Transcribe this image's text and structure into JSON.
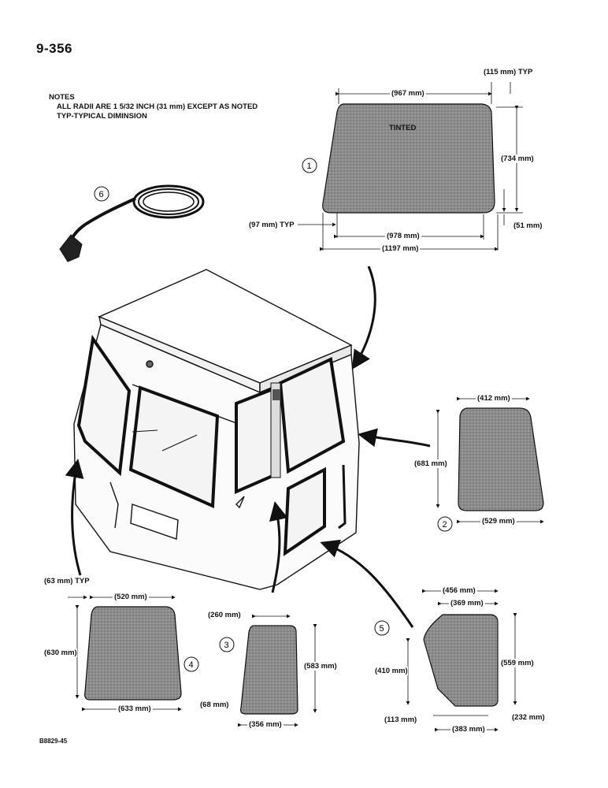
{
  "page_number": "9-356",
  "notes": {
    "heading": "NOTES",
    "line1": "ALL RADII ARE 1 5/32 INCH (31 mm) EXCEPT AS NOTED",
    "line2": "TYP-TYPICAL DIMINSION"
  },
  "figure_code": "B8829-45",
  "callouts": [
    "1",
    "2",
    "3",
    "4",
    "5",
    "6"
  ],
  "panel1": {
    "label": "TINTED",
    "top_width": "(967 mm)",
    "top_radius_typ": "(115 mm)  TYP",
    "height": "(734 mm)",
    "corner": "(51 mm)",
    "side_typ": "(97 mm)  TYP",
    "bottom_width": "(978 mm)",
    "overall_width": "(1197 mm)"
  },
  "panel2": {
    "top_width": "(412 mm)",
    "height": "(681 mm)",
    "bottom_width": "(529 mm)"
  },
  "panel3": {
    "top_width": "(260 mm)",
    "height": "(583 mm)",
    "bottom_width": "(356 mm)"
  },
  "panel4": {
    "typ": "(63 mm)  TYP",
    "top_width": "(520 mm)",
    "height": "(630 mm)",
    "bottom_width": "(633 mm)",
    "corner": "(68 mm)"
  },
  "panel5": {
    "overall_width": "(456 mm)",
    "top_width": "(369 mm)",
    "height": "(559 mm)",
    "left_height": "(410 mm)",
    "notch": "(113 mm)",
    "bottom_width": "(383 mm)",
    "corner": "(232 mm)"
  }
}
